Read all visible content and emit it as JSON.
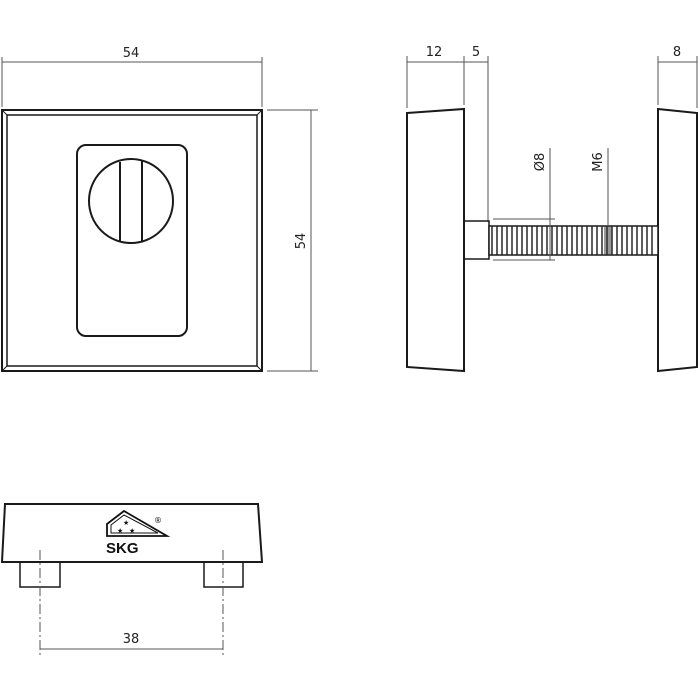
{
  "diagram": {
    "type": "technical-drawing",
    "subject": "square escutcheon rose with cylinder cutout and fixing bolt",
    "colors": {
      "line": "#1a1a1a",
      "dimension": "#555555",
      "background": "#ffffff"
    },
    "front_view": {
      "width_label": "54",
      "height_label": "54",
      "features": [
        "square-plate",
        "rounded-rect-cutout",
        "round-cylinder-face",
        "slot"
      ]
    },
    "side_view": {
      "left_rose_depth_label": "12",
      "stub_length_label": "5",
      "right_rose_depth_label": "8",
      "stub_diameter_label": "Ø8",
      "thread_label": "M6"
    },
    "bottom_view": {
      "fixing_spacing_label": "38",
      "logo": {
        "text": "SKG",
        "registered": "®",
        "stars": 3
      }
    }
  }
}
